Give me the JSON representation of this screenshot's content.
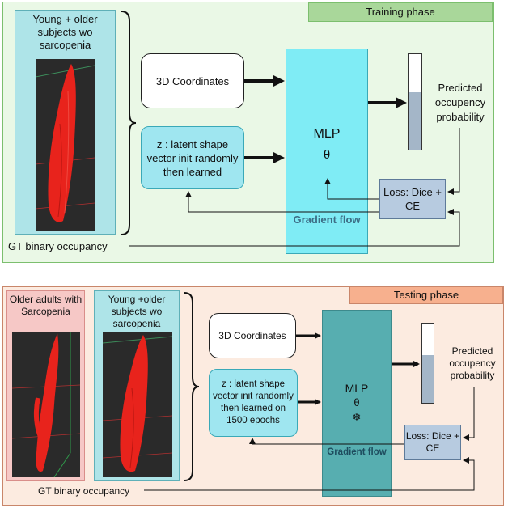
{
  "training": {
    "phase_label": "Training phase",
    "subjects_label": "Young + older subjects wo sarcopenia",
    "coords_label": "3D Coordinates",
    "latent_label": "z : latent shape vector init randomly then learned",
    "mlp_label": "MLP",
    "theta": "θ",
    "gradient_label": "Gradient flow",
    "output_label": "Predicted occupency probability",
    "loss_label": "Loss: Dice + CE",
    "gt_label": "GT binary occupancy",
    "occupancy_level": 0.6
  },
  "testing": {
    "phase_label": "Testing phase",
    "sarcopenia_label": "Older adults with Sarcopenia",
    "subjects_label": "Young +older subjects wo sarcopenia",
    "coords_label": "3D Coordinates",
    "latent_label": "z : latent shape vector init randomly then learned on 1500 epochs",
    "mlp_label": "MLP",
    "theta": "θ",
    "frozen_symbol": "❄",
    "gradient_label": "Gradient flow",
    "output_label": "Predicted occupency probability",
    "loss_label": "Loss: Dice + CE",
    "gt_label": "GT binary occupancy",
    "occupancy_level": 0.6
  },
  "colors": {
    "train_bg": "#eaf8e6",
    "test_bg": "#fcebe0",
    "mlp_train": "#7fecf5",
    "mlp_test": "#57aeb0",
    "muscle": "#e8231c",
    "loss": "#b7cbe0"
  }
}
